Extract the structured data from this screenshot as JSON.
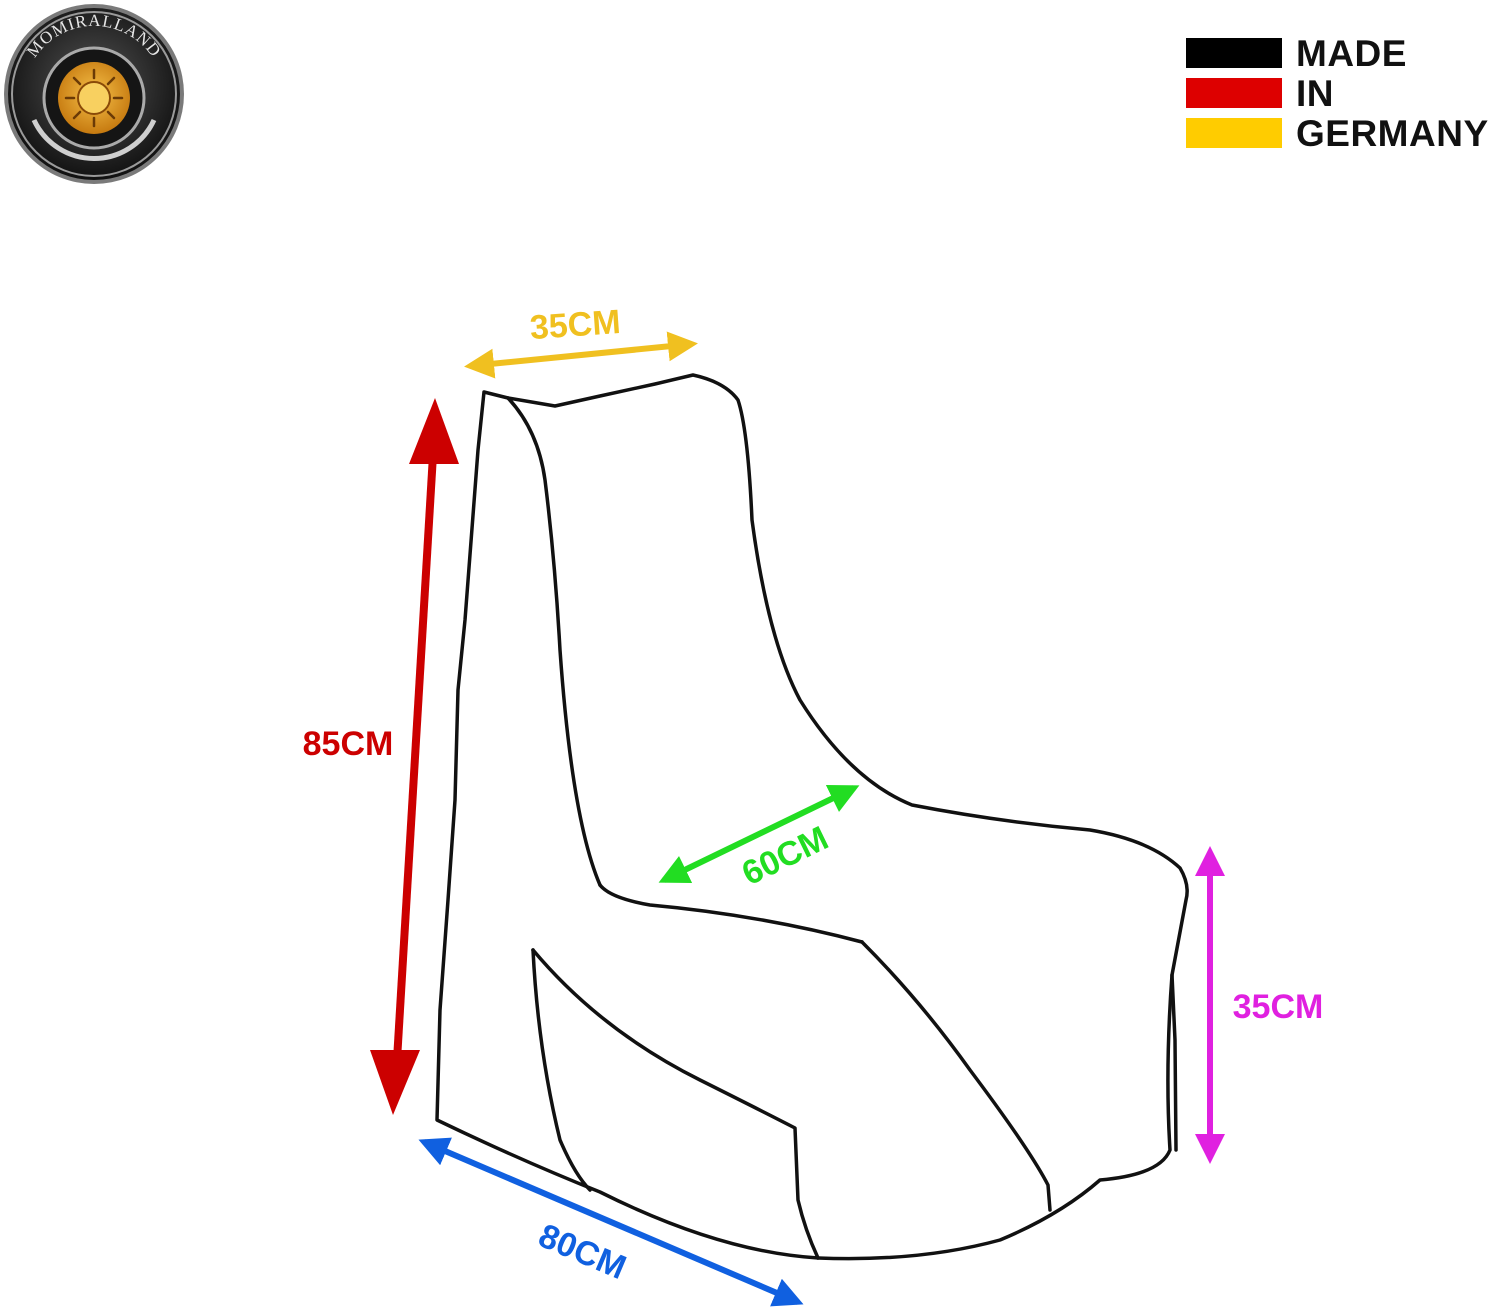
{
  "brand": {
    "name": "MOMIRALLAND",
    "logo_icon": "sun-emblem-icon",
    "colors": {
      "ring": "#2b2b2b",
      "sun": "#e8a020"
    }
  },
  "origin_badge": {
    "line1": "MADE",
    "line2": "IN",
    "line3": "GERMANY",
    "flag_icon": "german-flag-icon",
    "flag_colors": [
      "#000000",
      "#dd0000",
      "#ffcc00"
    ]
  },
  "dimensions": {
    "top_width": {
      "label": "35CM",
      "color": "#f0c020"
    },
    "height": {
      "label": "85CM",
      "color": "#cc0000"
    },
    "seat_depth": {
      "label": "60CM",
      "color": "#22dd22"
    },
    "seat_height": {
      "label": "35CM",
      "color": "#e020e0"
    },
    "base_width": {
      "label": "80CM",
      "color": "#1060e0"
    }
  }
}
